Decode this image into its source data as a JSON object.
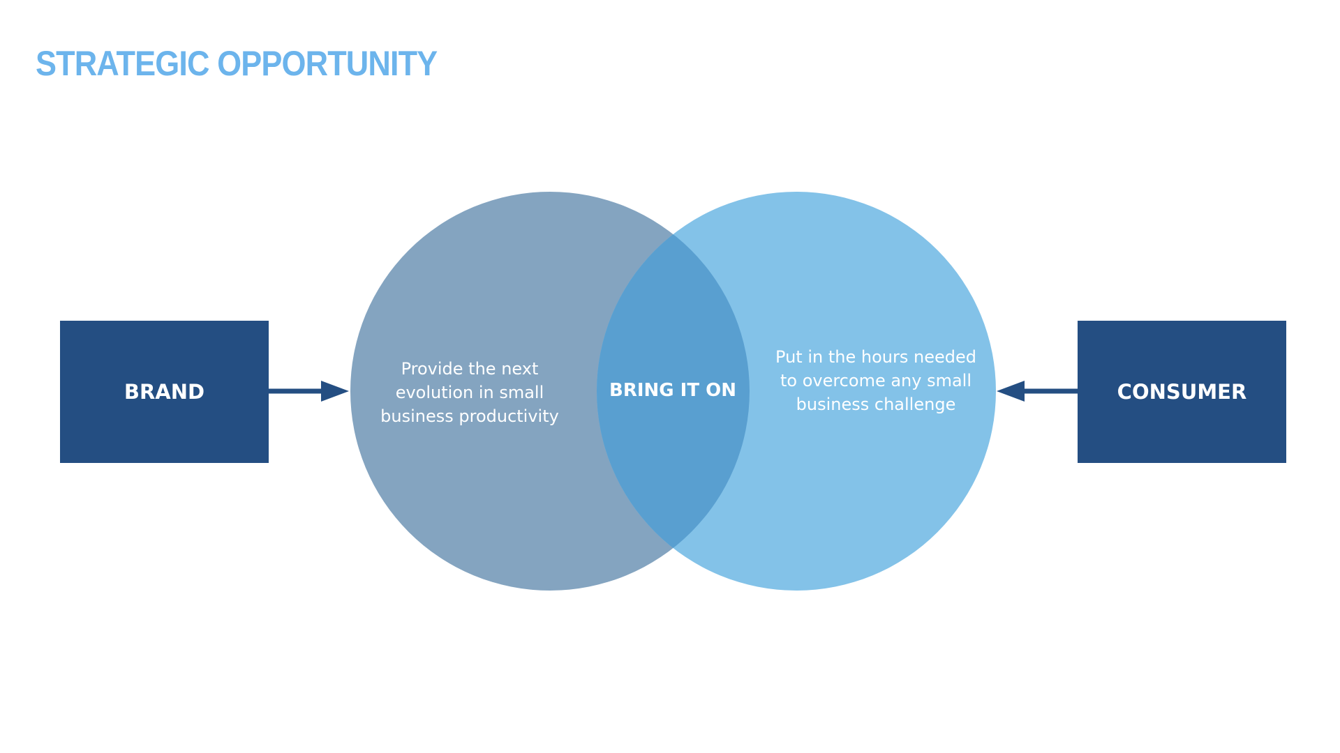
{
  "title": "STRATEGIC OPPORTUNITY",
  "left_box": {
    "label": "BRAND"
  },
  "right_box": {
    "label": "CONSUMER"
  },
  "circles": {
    "left_text": "Provide the next evolution in small business productivity",
    "overlap_text": "BRING IT ON",
    "right_text": "Put in the hours needed to overcome any small business challenge"
  },
  "colors": {
    "title": "#6cb4ec",
    "box": "#244e82",
    "arrow": "#244e82",
    "left_circle": "#84a4c0",
    "right_circle": "#83c2e8",
    "overlap": "#599fd0"
  }
}
